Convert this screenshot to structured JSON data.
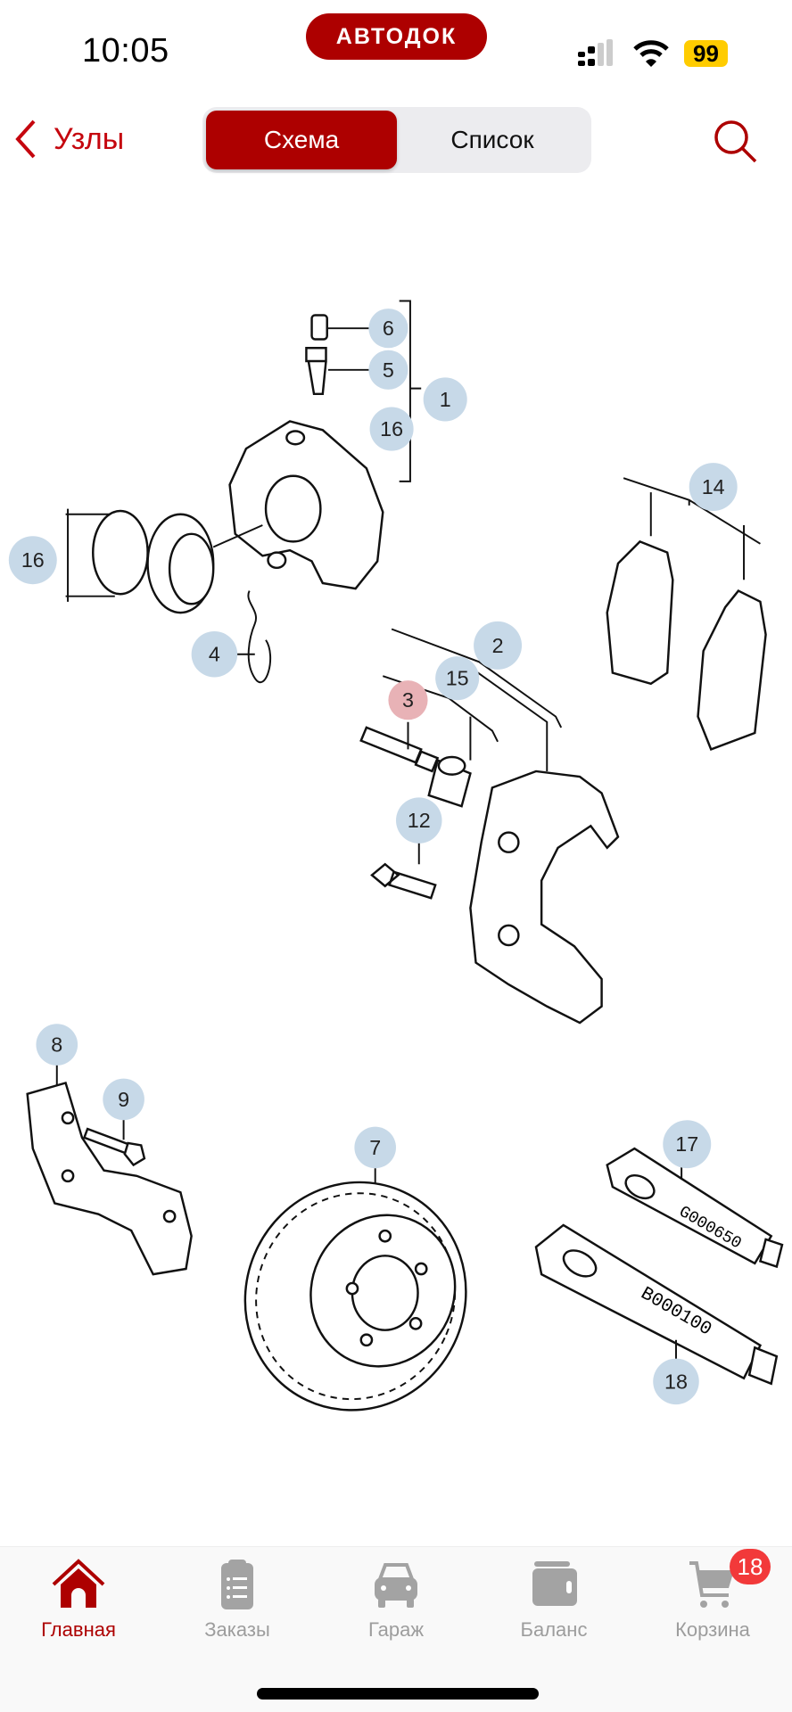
{
  "status_bar": {
    "time": "10:05",
    "battery": "99"
  },
  "logo": "АВТОДОК",
  "nav": {
    "back_label": "Узлы",
    "segments": [
      {
        "label": "Схема",
        "active": true
      },
      {
        "label": "Список",
        "active": false
      }
    ]
  },
  "diagram": {
    "callouts": [
      "6",
      "5",
      "1",
      "16",
      "16",
      "14",
      "4",
      "2",
      "15",
      "3",
      "12",
      "8",
      "9",
      "7",
      "17",
      "18"
    ],
    "selected_callout": "3",
    "tube_codes": [
      "G000650",
      "B000100"
    ],
    "callout_color": "#c7d9e8",
    "selected_color": "#e8b2b6"
  },
  "tabbar": {
    "items": [
      {
        "label": "Главная",
        "active": true
      },
      {
        "label": "Заказы"
      },
      {
        "label": "Гараж"
      },
      {
        "label": "Баланс"
      },
      {
        "label": "Корзина"
      }
    ],
    "cart_badge": "18"
  },
  "colors": {
    "accent": "#ad0000",
    "badge": "#f2393a"
  }
}
